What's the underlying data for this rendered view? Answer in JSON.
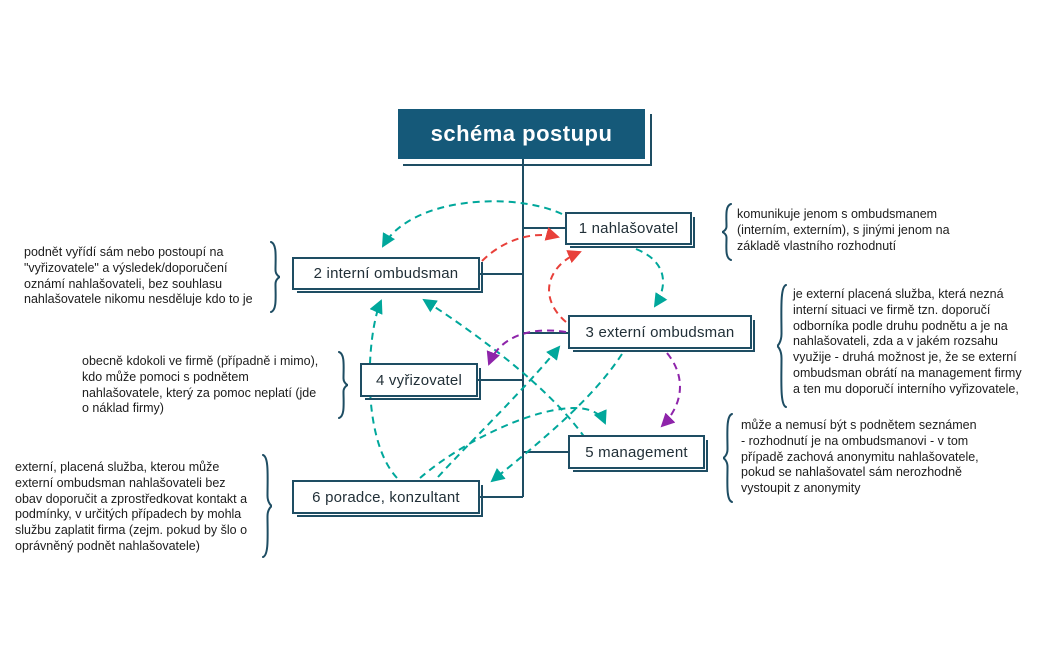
{
  "title": {
    "label": "schéma postupu"
  },
  "nodes": [
    {
      "label": "1 nahlašovatel",
      "note": "komunikuje jenom s ombudsmanem\n(interním, externím), s jinými jenom na\nzákladě vlastního rozhodnutí"
    },
    {
      "label": "2 interní ombudsman",
      "note": "podnět vyřídí sám nebo postoupí na\n\"vyřizovatele\" a výsledek/doporučení\noznámí nahlašovateli, bez souhlasu\nnahlašovatele nikomu nesděluje kdo to je"
    },
    {
      "label": "3 externí ombudsman",
      "note": "je externí placená služba, která nezná\ninterní situaci ve firmě tzn. doporučí\nodborníka podle druhu podnětu a je na\nnahlašovateli, zda a v jakém rozsahu\nvyužije - druhá možnost je, že se externí\nombudsman obrátí na management firmy\na ten mu doporučí interního vyřizovatele,"
    },
    {
      "label": "4 vyřizovatel",
      "note": "obecně kdokoli ve firmě (případně i mimo),\nkdo může pomoci s podnětem\nnahlašovatele, který za pomoc neplatí (jde\no náklad firmy)"
    },
    {
      "label": "5 management",
      "note": "může a nemusí být s podnětem seznámen\n- rozhodnutí je na ombudsmanovi - v tom\npřípadě zachová anonymitu nahlašovatele,\npokud se nahlašovatel sám nerozhodně\nvystoupit z anonymity"
    },
    {
      "label": "6 poradce, konzultant",
      "note": "externí, placená služba, kterou může\nexterní ombudsman nahlašovateli bez\nobav doporučit a zprostředkovat kontakt a\npodmínky, v určitých případech by mohla\nslužbu zaplatit firma (zejm. pokud by šlo o\noprávněný podnět nahlašovatele)"
    }
  ],
  "colors": {
    "outline": "#1e4d63",
    "title_bg": "#155979",
    "teal_arrow": "#00a79b",
    "red_arrow": "#e8403a",
    "purple_arrow": "#8e24aa"
  }
}
